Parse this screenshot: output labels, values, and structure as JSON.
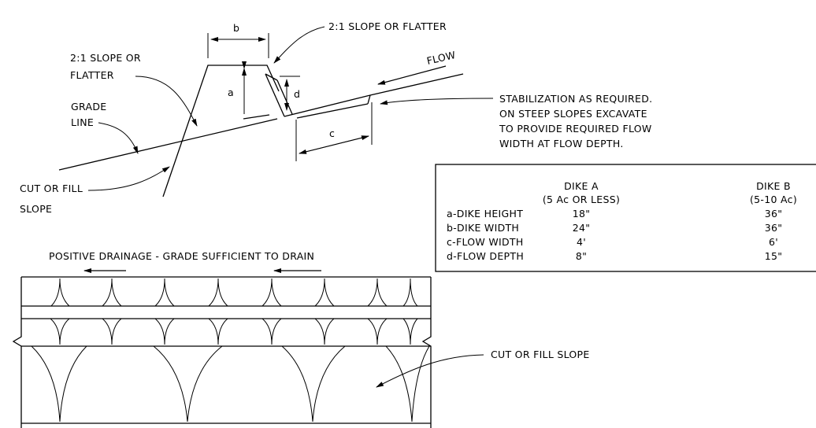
{
  "section": {
    "dim_b": "b",
    "dim_a": "a",
    "dim_d": "d",
    "dim_c": "c",
    "slope_right": "2:1 SLOPE OR FLATTER",
    "slope_left_1": "2:1 SLOPE OR",
    "slope_left_2": "FLATTER",
    "grade_1": "GRADE",
    "grade_2": "LINE",
    "flow": "FLOW",
    "cut_1": "CUT OR FILL",
    "cut_2": "SLOPE",
    "stab_1": "STABILIZATION AS REQUIRED.",
    "stab_2": "ON STEEP SLOPES EXCAVATE",
    "stab_3": "TO PROVIDE REQUIRED FLOW",
    "stab_4": "WIDTH AT FLOW DEPTH."
  },
  "table": {
    "col_a_1": "DIKE A",
    "col_a_2": "(5 Ac OR LESS)",
    "col_b_1": "DIKE B",
    "col_b_2": "(5-10 Ac)",
    "rows": [
      {
        "label": "a-DIKE HEIGHT",
        "a": "18\"",
        "b": "36\""
      },
      {
        "label": "b-DIKE WIDTH",
        "a": "24\"",
        "b": "36\""
      },
      {
        "label": "c-FLOW WIDTH",
        "a": "4'",
        "b": "6'"
      },
      {
        "label": "d-FLOW DEPTH",
        "a": "8\"",
        "b": "15\""
      }
    ]
  },
  "plan": {
    "drainage": "POSITIVE DRAINAGE - GRADE SUFFICIENT TO DRAIN",
    "cut_fill": "CUT OR FILL SLOPE"
  }
}
